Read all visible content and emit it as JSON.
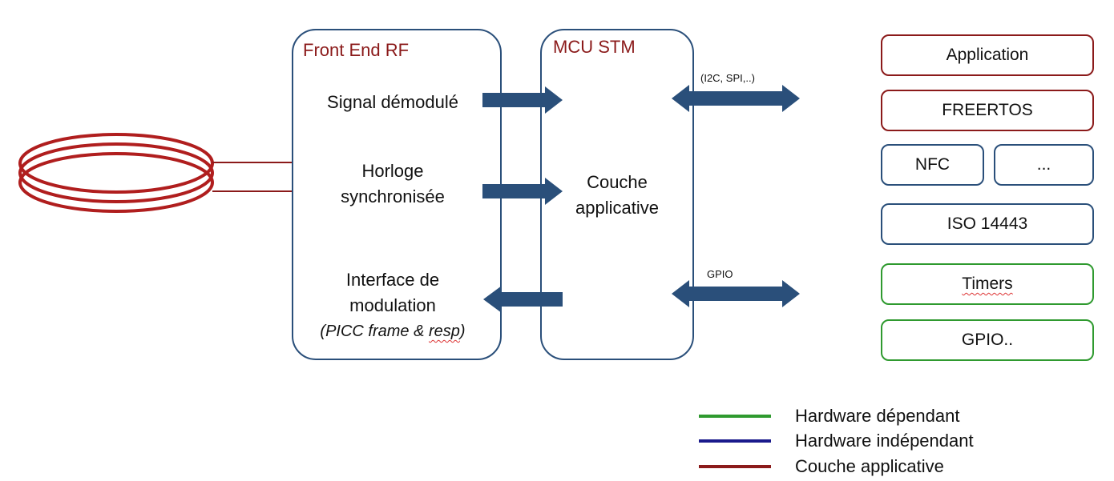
{
  "front_end": {
    "title": "Front End RF",
    "signal": "Signal démodulé",
    "horloge_l1": "Horloge",
    "horloge_l2": "synchronisée",
    "interface_l1": "Interface de",
    "interface_l2": "modulation",
    "interface_l3_a": "(PICC frame & ",
    "interface_l3_b": "resp",
    "interface_l3_c": ")"
  },
  "mcu": {
    "title": "MCU STM",
    "center_l1": "Couche",
    "center_l2": "applicative"
  },
  "links": {
    "i2c": "(I2C, SPI,..)",
    "gpio": "GPIO"
  },
  "stack": {
    "application": "Application",
    "freertos": "FREERTOS",
    "nfc": "NFC",
    "dots": "...",
    "iso": "ISO 14443",
    "timers": "Timers",
    "gpio": "GPIO.."
  },
  "legend": {
    "items": [
      {
        "label": "Hardware dépendant",
        "color": "#2f9a2f"
      },
      {
        "label": "Hardware indépendant",
        "color": "#1a1a8c"
      },
      {
        "label": "Couche applicative",
        "color": "#8b1a1a"
      }
    ]
  },
  "colors": {
    "app_layer": "#8b1a1a",
    "hw_independent": "#2a4f7a",
    "hw_dependent": "#2f9a2f",
    "arrow": "#2a4f7a"
  }
}
